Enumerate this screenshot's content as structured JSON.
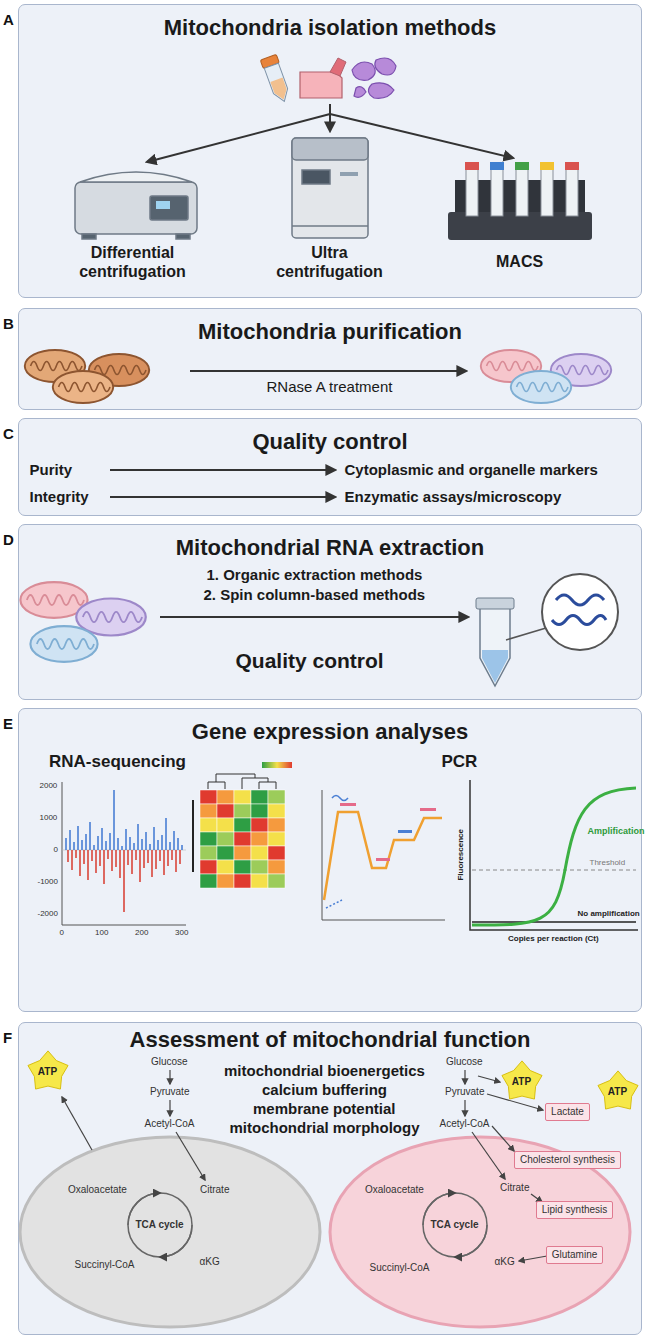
{
  "diagram": {
    "nodes": [
      {
        "text": [
          "A",
          "Mitochondria isolation methods"
        ]
      },
      {
        "text": [
          "B",
          "Mitochondria purification"
        ]
      },
      {
        "text": [
          "C",
          "Quality control"
        ]
      },
      {
        "text": [
          "D",
          "Mitochondrial RNA extraction"
        ]
      },
      {
        "text": [
          "E",
          "Gene expression analyses"
        ]
      },
      {
        "text": [
          "F",
          "Assessment of mitochondrial function"
        ]
      },
      {
        "text": [
          "ATP"
        ],
        "in": 5
      },
      {
        "text": [
          "ATP"
        ],
        "in": 5
      },
      {
        "text": [
          "ATP"
        ],
        "in": 5
      },
      {
        "text": [
          "Lactate"
        ],
        "in": 5
      },
      {
        "text": [
          "Cholesterol synthesis"
        ],
        "in": 5
      },
      {
        "text": [
          "Lipid synthesis"
        ],
        "in": 5
      },
      {
        "text": [
          "Glutamine"
        ],
        "in": 5
      }
    ],
    "labels": [
      "Differential centrifugation",
      "Ultra centrifugation",
      "MACS",
      "RNase A treatment",
      "Purity",
      "Cytoplasmic and organelle markers",
      "Integrity",
      "Enzymatic assays/microscopy",
      "1. Organic extraction methods",
      "2. Spin column-based methods",
      "Quality control",
      "RNA-sequencing",
      "PCR",
      "2000",
      "1000",
      "0",
      "-1000",
      "-2000",
      "0",
      "100",
      "200",
      "300",
      "Fluorescence",
      "Threshold",
      "Amplification",
      "No amplification",
      "Copies per reaction (Ct)",
      "mitochondrial bioenergetics",
      "calcium buffering",
      "membrane potential",
      "mitochondrial morphology",
      "Glucose",
      "Pyruvate",
      "Acetyl-CoA",
      "Oxaloacetate",
      "Citrate",
      "TCA cycle",
      "Succinyl-CoA",
      "αKG",
      "Glucose",
      "Pyruvate",
      "Acetyl-CoA",
      "Oxaloacetate",
      "Citrate",
      "TCA cycle",
      "Succinyl-CoA",
      "αKG"
    ]
  }
}
